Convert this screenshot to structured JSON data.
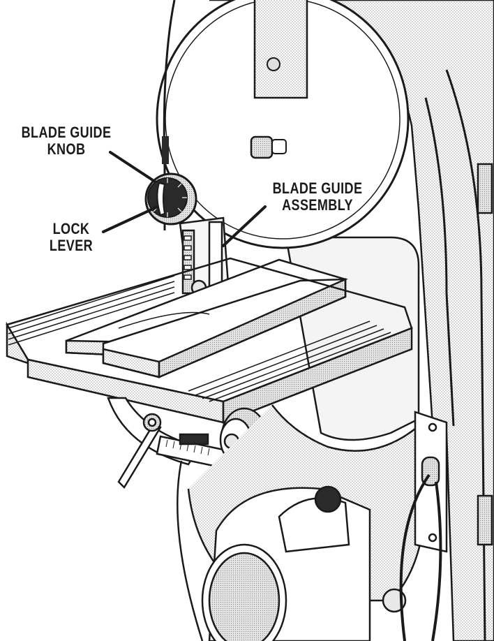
{
  "callouts": {
    "blade_guide_knob": [
      "BLADE GUIDE",
      "KNOB"
    ],
    "lock_lever": [
      "LOCK",
      "LEVER"
    ],
    "blade_guide_assembly": [
      "BLADE GUIDE",
      "ASSEMBLY"
    ]
  },
  "colors": {
    "ink": "#1a1a1a",
    "paper": "#ffffff",
    "shade": "#c8c8c8",
    "dark": "#2a2a2a"
  }
}
